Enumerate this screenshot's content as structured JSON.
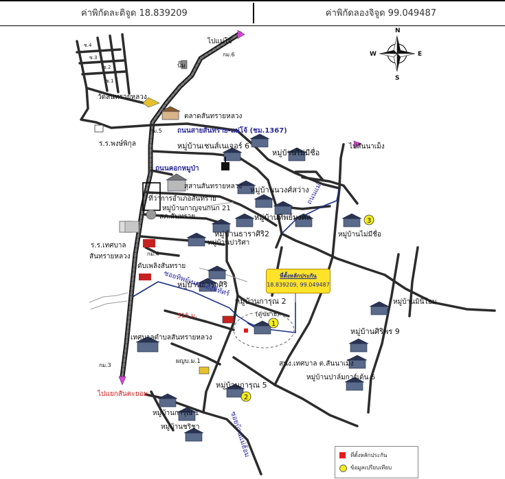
{
  "header": {
    "latitude_label": "ค่าพิกัดละติจูด 18.839209",
    "longitude_label": "ค่าพิกัดลองจิจูด 99.049487"
  },
  "compass": {
    "n": "N",
    "s": "S",
    "e": "E",
    "w": "W"
  },
  "callout": {
    "title": "ที่ตั้งหลักประกัน",
    "coords": "18.839209, 99.049487"
  },
  "distance_label": "515 ม.",
  "markers": {
    "m1": "1",
    "m2": "2",
    "m3": "3"
  },
  "labels": {
    "to_maejo": "ไปแม่โจ้",
    "km6": "กม.6",
    "pump": "ปั๊ม",
    "soi4": "ซ.4",
    "soi3": "ซ.3",
    "soi2": "ซ.2",
    "soi1": "ซ.1",
    "wat": "วัดสันทรายหลวง",
    "market": "ตลาดสันทรายหลวง",
    "km5": "กม.5",
    "road1367": "ถนนสายสันทราย-แม่โจ้ (ชม.1367)",
    "school_pong": "ร.ร.พงษ์พิกุล",
    "vil_chase6": "หมู่บ้านเชนส์เนเจอร์ 6",
    "vil_maimeechue_top": "หมู่บ้านไม่มีชื่อ",
    "to_sannamueng": "ไปสันนาเม็ง",
    "road_khok": "ถนนคอกหมูป่า",
    "hospital": "สุสานสันทรายหลวง",
    "district_office": "ที่ว่าการอำเภอสันทราย",
    "vil_kanchanok": "หมู่บ้านกาญจนกนก 21",
    "police": "สภ.สันทราย",
    "vil_nuanwang": "หมู่บ้านนวงศ์สว่าง",
    "vil_thiphamongkol": "หมู่บ้านทิพย์มงคล",
    "vil_maimeechue3": "หมู่บ้านไม่มีชื่อ",
    "vil_tarasiri2": "หมู่บ้านธาราศิริ2",
    "vil_pawisa": "หมู่บ้านปวริศา",
    "school_tessaban": "ร.ร.เทศบาล",
    "school_tessaban2": "สันทรายหลวง",
    "km4": "กม.4",
    "fire": "ดับเพลิงสันทราย",
    "vil_tarasiri": "หมู่บ้านธาราศิริ",
    "vil_karun2": "หมู่บ้านการุณ 2",
    "vil_karun2_sub": "(ดูขยาย)",
    "vil_minimalist": "หมู่บ้านมินิโฮม",
    "tessaban_office": "เทศบาลตำบลสันทรายหลวง",
    "vil_siriporn9": "หมู่บ้านศิริพร 9",
    "health": "ผญบ.ม.1",
    "sannamueng_office": "สนง.เทศบาล ต.สันนาเม็ง",
    "vil_plaimuang6": "หมู่บ้านปาล์มการ์เด้น 6",
    "km3": "กม.3",
    "to_sankayom": "ไปแยกสันคะยอม",
    "vil_karun5": "หมู่บ้านการุณ 5",
    "vil_karun1": "หมู่บ้านการุณ 1",
    "vil_chalida": "หมู่บ้านชริชา",
    "road_small_a": "ซอยทิพย์เนตร-ตั้งหิทัศร์",
    "road_small_b": "ซอยบ้านแม่ฮ้อม",
    "road_small_c": "ถนนแม่"
  },
  "legend": {
    "item1": "ที่ตั้งหลักประกัน",
    "item2": "ข้อมูลเปรียบเทียบ"
  },
  "colors": {
    "road_main": "#4a4a4a",
    "road_minor": "#2c2c2c",
    "road_highlight": "#1a2e8a",
    "marker": "#f5ee1e",
    "callout": "#ffe22a",
    "property": "#e31b1b"
  }
}
